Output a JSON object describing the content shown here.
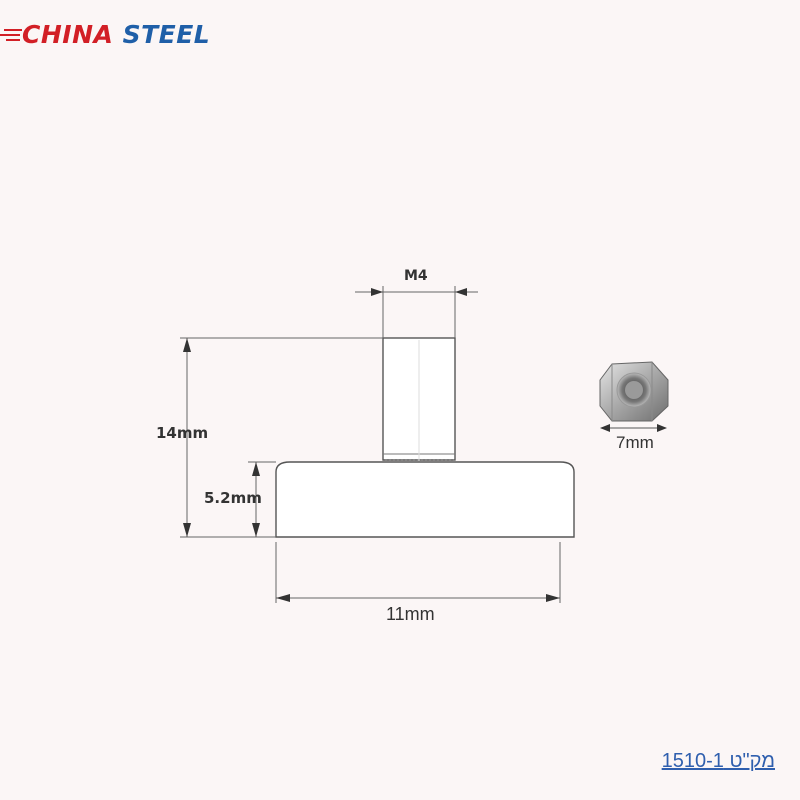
{
  "brand": {
    "part1": "CHINA",
    "part2": "STEEL"
  },
  "dimensions": {
    "thread": "M4",
    "total_height": "14mm",
    "base_height": "5.2mm",
    "diameter": "11mm",
    "nut_size": "7mm"
  },
  "sku_label": "מק\"ט 1510-1",
  "colors": {
    "brand_red": "#d21f26",
    "brand_blue": "#1f5fa8",
    "link_blue": "#2f5fae",
    "background": "#fbf6f6"
  }
}
